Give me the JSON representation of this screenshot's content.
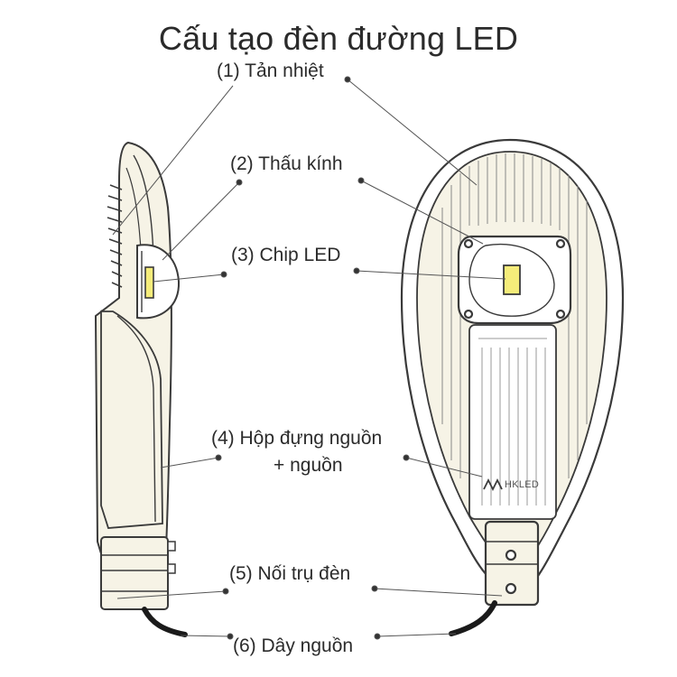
{
  "title": "Cấu tạo đèn đường LED",
  "brand": "HKLED",
  "labels": {
    "heatsink": "(1) Tản nhiệt",
    "lens": "(2) Thấu kính",
    "chip": "(3) Chip LED",
    "power_box_line1": "(4) Hộp đựng nguồn",
    "power_box_line2": "+ nguồn",
    "pole_connector": "(5) Nối trụ đèn",
    "power_cord": "(6) Dây nguồn"
  },
  "colors": {
    "outline": "#3a3a3a",
    "body_fill": "#f6f3e6",
    "chip_fill": "#f5ec7a",
    "leader": "#555555",
    "cable": "#1a1a1a"
  }
}
